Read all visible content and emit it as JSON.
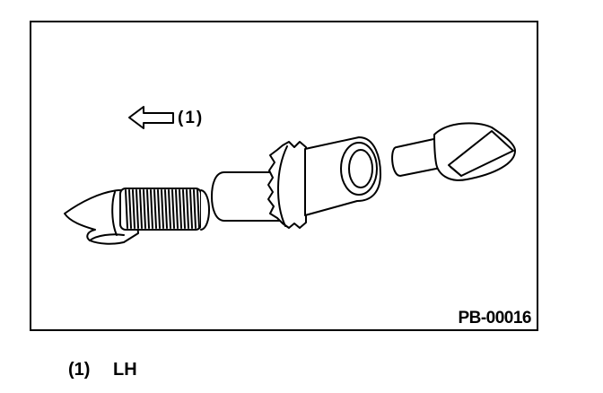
{
  "diagram": {
    "arrow_label": "(1)",
    "figure_code": "PB-00016"
  },
  "legend": {
    "items": [
      {
        "number": "(1)",
        "text": "LH"
      }
    ]
  }
}
